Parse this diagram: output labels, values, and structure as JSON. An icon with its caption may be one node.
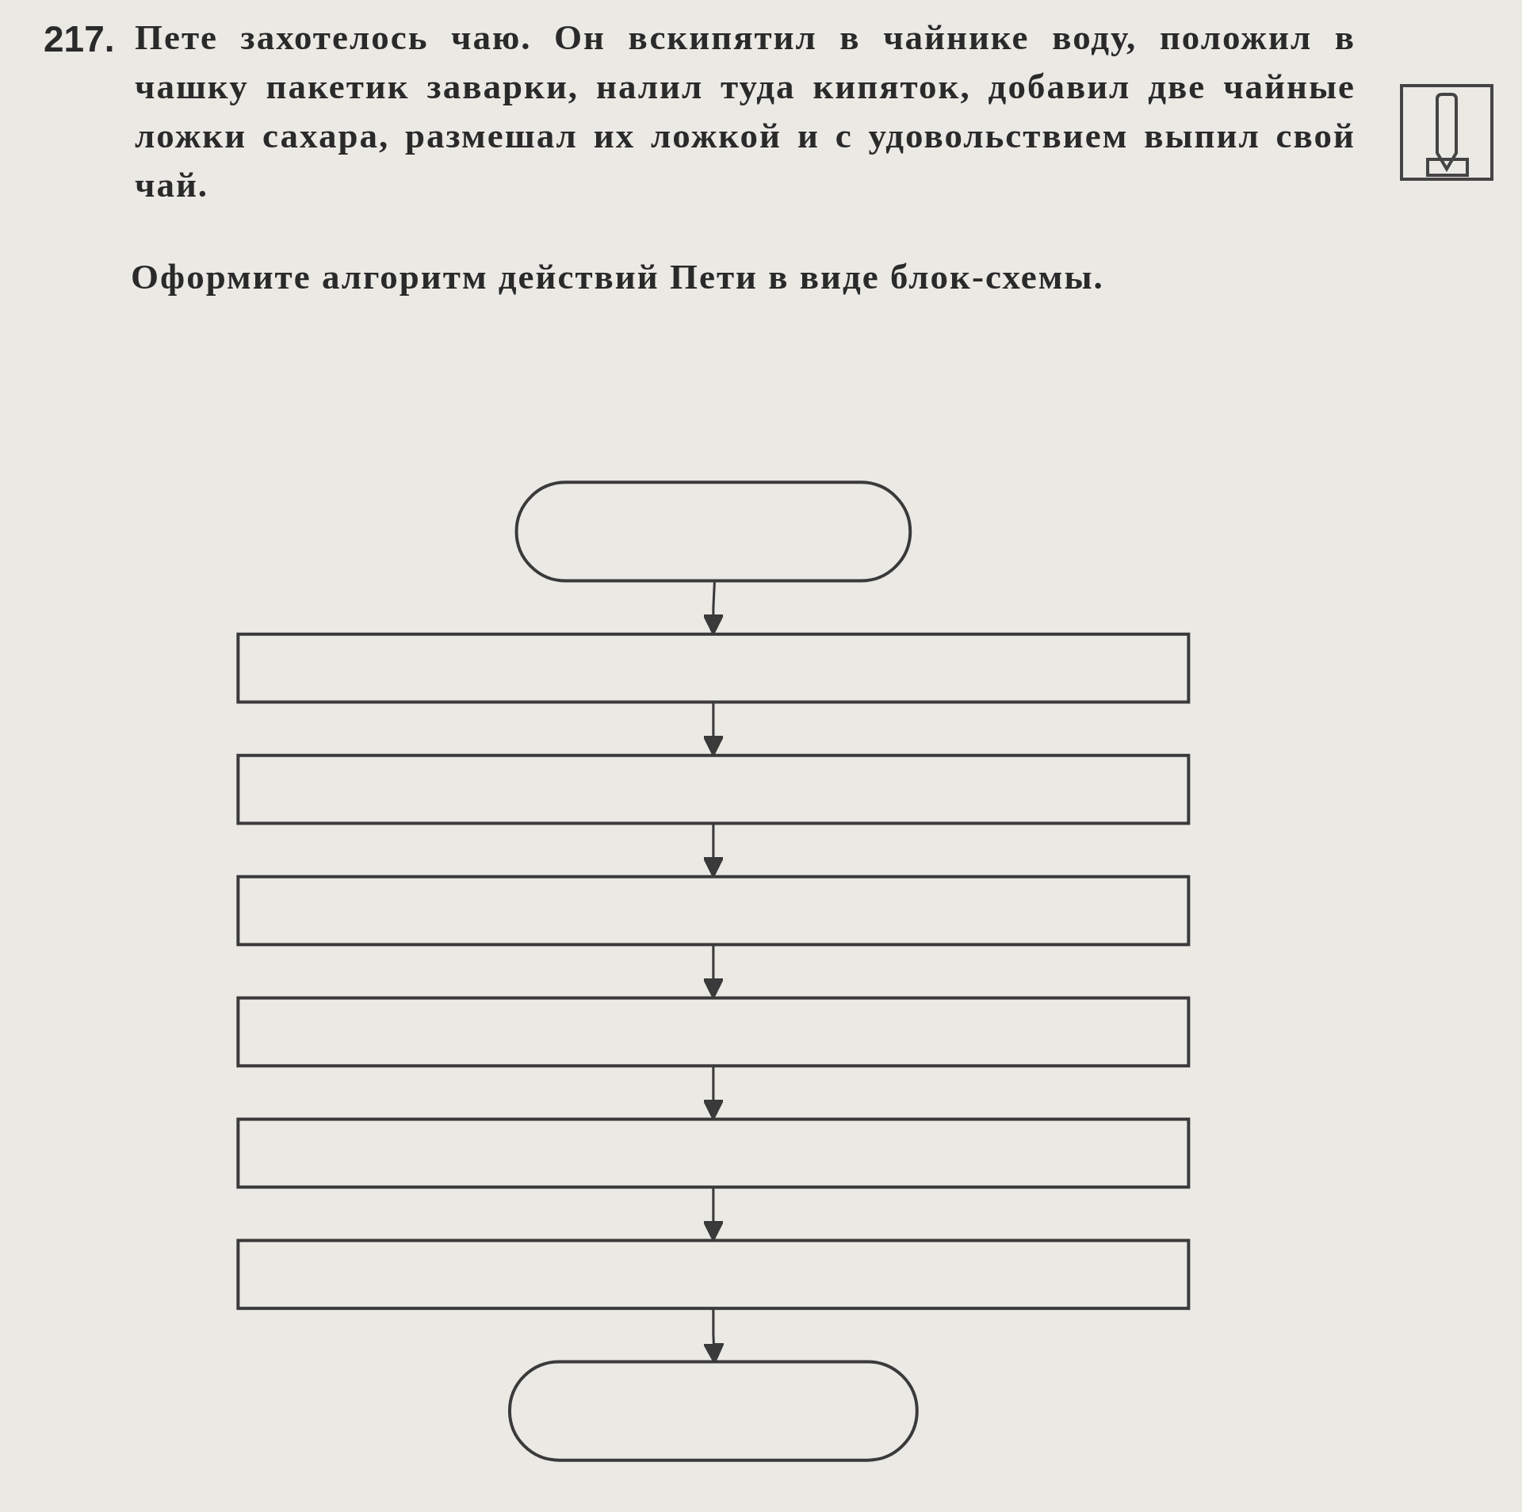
{
  "diagram": {
    "nodes": [
      {
        "text": [],
        "shape": "stadium"
      },
      {
        "text": [],
        "shape": "box"
      },
      {
        "text": [],
        "shape": "box"
      },
      {
        "text": [],
        "shape": "box"
      },
      {
        "text": [],
        "shape": "box"
      },
      {
        "text": [],
        "shape": "box"
      },
      {
        "text": [],
        "shape": "box"
      },
      {
        "text": [],
        "shape": "stadium"
      }
    ],
    "edges": [
      {
        "from": 0,
        "to": 1,
        "arrow": "to"
      },
      {
        "from": 1,
        "to": 2,
        "arrow": "to"
      },
      {
        "from": 2,
        "to": 3,
        "arrow": "to"
      },
      {
        "from": 3,
        "to": 4,
        "arrow": "to"
      },
      {
        "from": 4,
        "to": 5,
        "arrow": "to"
      },
      {
        "from": 5,
        "to": 6,
        "arrow": "to"
      },
      {
        "from": 6,
        "to": 7,
        "arrow": "to"
      }
    ],
    "labels": [
      "217.",
      "Пете захотелось чаю. Он вскипятил в чайнике воду, положил в чашку пакетик заварки, налил туда кипяток, добавил две чайные ложки сахара, размешал их ложкой и с удовольствием выпил свой чай.",
      "Оформите алгоритм действий Пети в виде блок-схемы."
    ]
  }
}
